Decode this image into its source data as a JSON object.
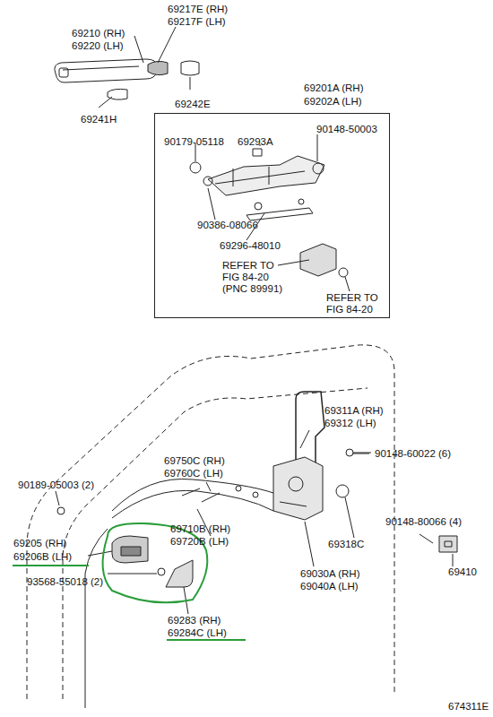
{
  "diagram": {
    "nodes": [
      {
        "text": [
          "69201A (RH) 69202A (LH)"
        ]
      }
    ],
    "labels": [
      "69217E (RH)",
      "69217F (LH)",
      "69210 (RH)",
      "69220 (LH)",
      "69242E",
      "69241H",
      "90148-50003",
      "90179-05118",
      "69293A",
      "90386-08066",
      "69296-48010",
      "REFER TO FIG 84-20 (PNC 89991)",
      "REFER TO FIG 84-20",
      "69311A (RH)",
      "69312 (LH)",
      "90148-60022 (6)",
      "69750C (RH)",
      "69760C (LH)",
      "90189-05003 (2)",
      "69710B (RH)",
      "69720B (LH)",
      "69318C",
      "90148-80066 (4)",
      "69205 (RH)",
      "69206B (LH)",
      "93568-55018 (2)",
      "69030A (RH)",
      "69040A (LH)",
      "69410",
      "69283 (RH)",
      "69284C (LH)",
      "674311E"
    ]
  }
}
